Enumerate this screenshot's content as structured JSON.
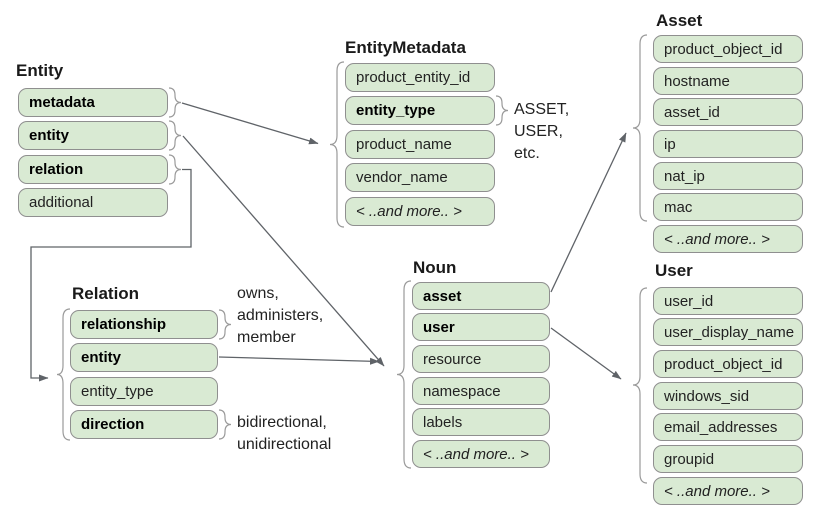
{
  "diagram": {
    "tables": {
      "entity": {
        "title": "Entity",
        "fields": [
          "metadata",
          "entity",
          "relation",
          "additional"
        ]
      },
      "entity_metadata": {
        "title": "EntityMetadata",
        "fields": [
          "product_entity_id",
          "entity_type",
          "product_name",
          "vendor_name",
          "< ..and more.. >"
        ]
      },
      "asset": {
        "title": "Asset",
        "fields": [
          "product_object_id",
          "hostname",
          "asset_id",
          "ip",
          "nat_ip",
          "mac",
          "< ..and more.. >"
        ]
      },
      "noun": {
        "title": "Noun",
        "fields": [
          "asset",
          "user",
          "resource",
          "namespace",
          "labels",
          "< ..and more.. >"
        ]
      },
      "relation": {
        "title": "Relation",
        "fields": [
          "relationship",
          "entity",
          "entity_type",
          "direction"
        ]
      },
      "user": {
        "title": "User",
        "fields": [
          "user_id",
          "user_display_name",
          "product_object_id",
          "windows_sid",
          "email_addresses",
          "groupid",
          "< ..and more.. >"
        ]
      }
    },
    "annotations": {
      "entity_type_values": "ASSET,\nUSER,\netc.",
      "relationship_values": "owns,\nadministers,\nmember",
      "direction_values": "bidirectional,\nunidirectional"
    },
    "colors": {
      "field_fill": "#d9ead3",
      "field_border": "#8f8f8f",
      "connector": "#5f6368",
      "brace": "#9a9a9a"
    }
  }
}
